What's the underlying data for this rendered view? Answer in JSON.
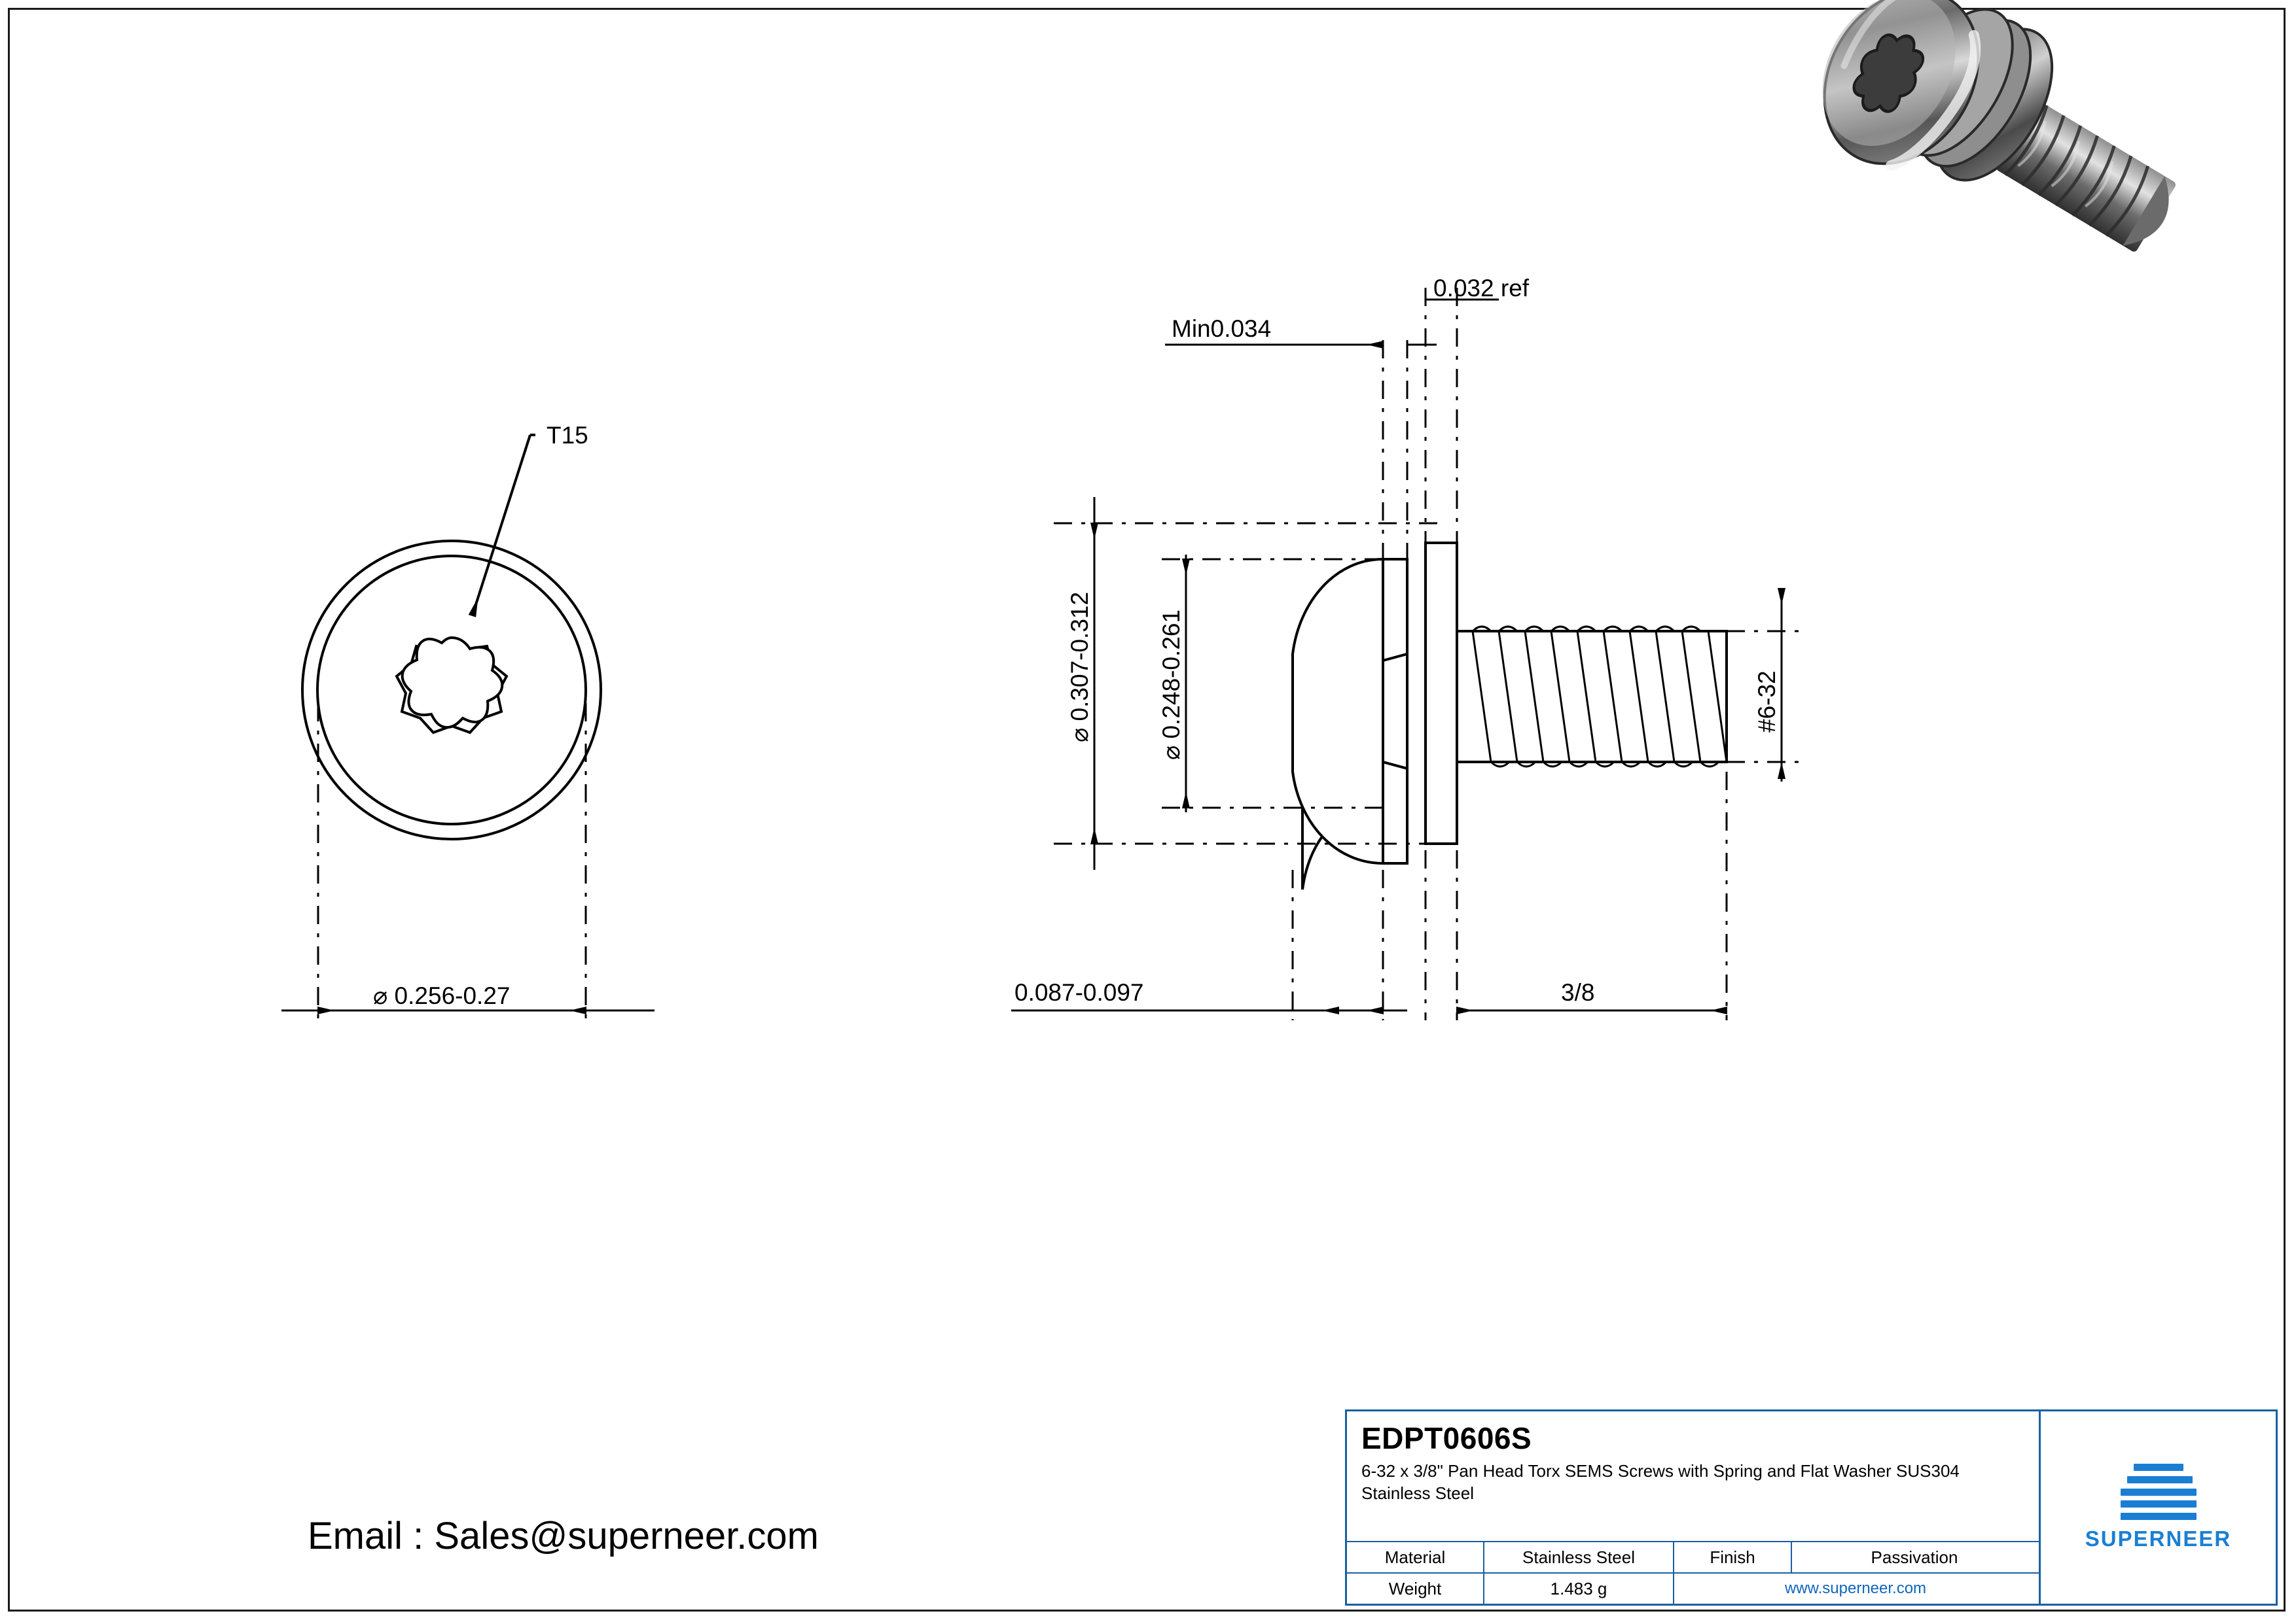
{
  "drawing": {
    "top_view": {
      "drive_callout": "T15",
      "head_diameter_dim": "⌀ 0.256-0.27"
    },
    "side_view": {
      "min_thread_dim": "Min0.034",
      "washer_thickness_dim": "0.032 ref",
      "flat_washer_od_dim": "⌀ 0.307-0.312",
      "head_diameter_dim": "⌀ 0.248-0.261",
      "thread_size_dim": "#6-32",
      "head_height_dim": "0.087-0.097",
      "length_dim": "3/8"
    }
  },
  "email": {
    "label": "Email : Sales@superneer.com"
  },
  "title_block": {
    "part_code": "EDPT0606S",
    "description": "6-32 x 3/8\" Pan Head Torx SEMS Screws with Spring and Flat Washer SUS304 Stainless Steel",
    "rows": [
      {
        "label1": "Material",
        "value1": "Stainless Steel",
        "label2": "Finish",
        "value2": "Passivation"
      },
      {
        "label1": "Weight",
        "value1": "1.483 g",
        "link": "www.superneer.com"
      }
    ],
    "logo_text": "SUPERNEER",
    "accent_color": "#1a7fd4",
    "border_color": "#1a5fa0"
  }
}
